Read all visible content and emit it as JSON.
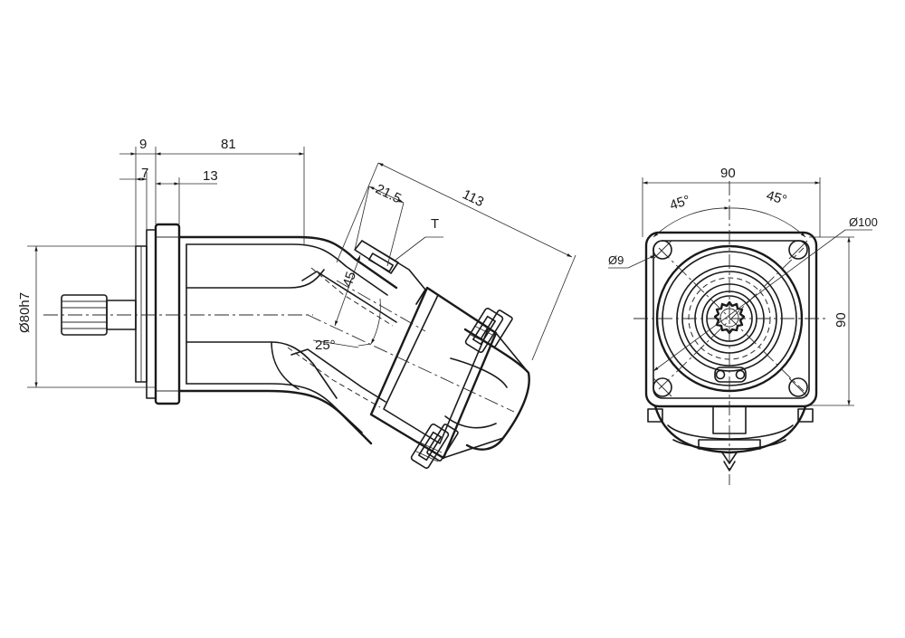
{
  "side_view": {
    "dim_9": "9",
    "dim_81": "81",
    "dim_7": "7",
    "dim_13": "13",
    "dim_21_5": "21.5",
    "dim_113": "113",
    "dim_45": "45",
    "label_T": "T",
    "angle_25": "25°",
    "dia_80h7": "Ø80h7"
  },
  "front_view": {
    "dim_90_top": "90",
    "angle_45_left": "45°",
    "angle_45_right": "45°",
    "dia_100": "Ø100",
    "hole_9": "Ø9",
    "dim_90_right": "90"
  }
}
